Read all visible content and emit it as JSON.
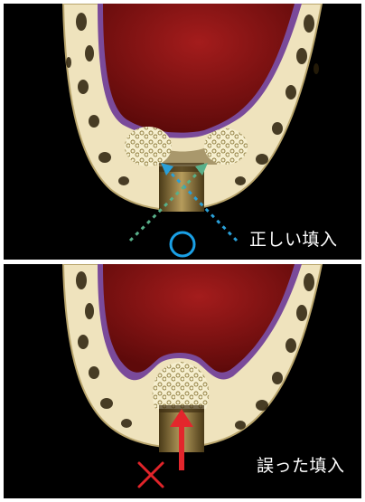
{
  "panels": [
    {
      "id": "correct",
      "label": "正しい填入",
      "mark": "circle",
      "mark_color": "#1aa0e6"
    },
    {
      "id": "incorrect",
      "label": "誤った填入",
      "mark": "cross",
      "mark_color": "#e0242a"
    }
  ],
  "colors": {
    "sinus": "#8a1414",
    "membrane": "#7a4a9a",
    "bone": "#f2e7c4",
    "hole_rim": "#6e5a2c",
    "graft": "#f4ecc6",
    "arrow_correct_a": "#2aa0d8",
    "arrow_correct_b": "#58b08a",
    "arrow_incorrect": "#e3262c"
  }
}
